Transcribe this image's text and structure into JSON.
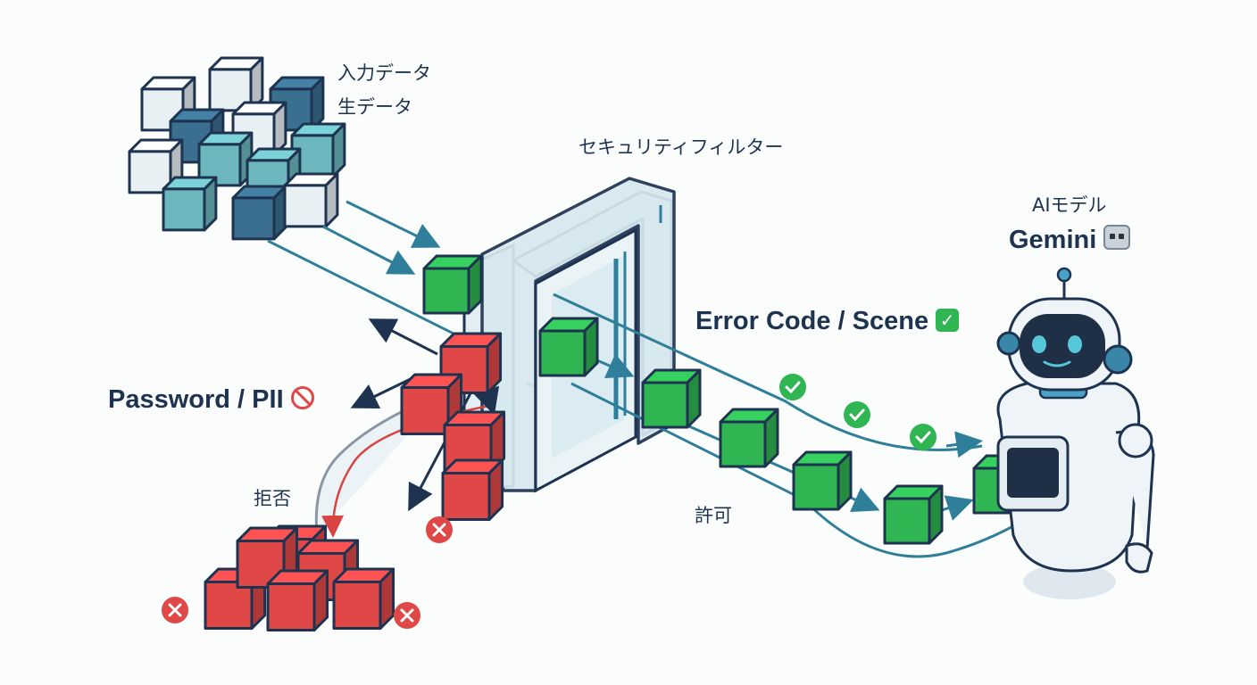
{
  "labels": {
    "input_line1": "入力データ",
    "input_line2": "生データ",
    "filter": "セキュリティフィルター",
    "ai_model": "AIモデル",
    "gemini": "Gemini",
    "allowed_types": "Error Code / Scene",
    "blocked_types": "Password / PII",
    "rejected": "拒否",
    "allowed": "許可"
  },
  "icons": {
    "allowed_badge": "check-square-icon",
    "blocked_badge": "prohibited-icon",
    "robot_emoji": "robot-face-icon"
  },
  "colors": {
    "text": "#1d3350",
    "allowed": "#2fb552",
    "blocked": "#e04848",
    "raw_data_dark": "#3a6f8f",
    "raw_data_teal": "#6bb7bd",
    "raw_data_light": "#e8f0f4",
    "flow_line": "#2f7f9a"
  }
}
